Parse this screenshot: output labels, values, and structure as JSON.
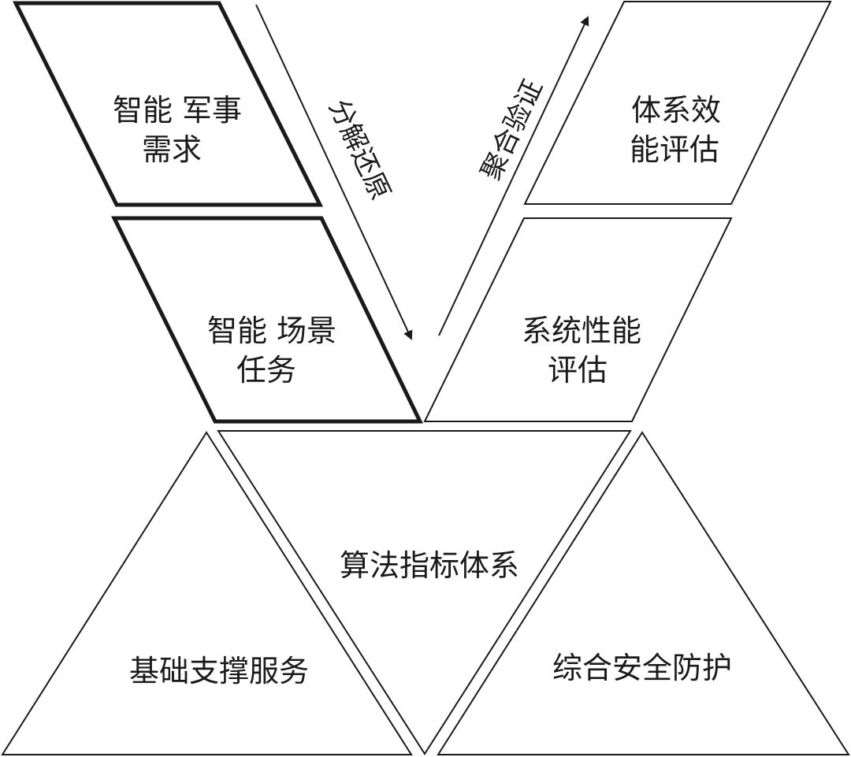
{
  "boxes": {
    "military_demand": {
      "line1": "智能 军事",
      "line2": "需求"
    },
    "scenario_task": {
      "line1": "智能 场景",
      "line2": "任务"
    },
    "system_effectiveness": {
      "line1": "体系效",
      "line2": "能评估"
    },
    "system_performance": {
      "line1": "系统性能",
      "line2": "评估"
    },
    "algorithm_index": {
      "label": "算法指标体系"
    },
    "basic_support": {
      "label": "基础支撑服务"
    },
    "security": {
      "label": "综合安全防护"
    }
  },
  "arrows": {
    "decompose": {
      "label": "分解还原"
    },
    "aggregate": {
      "label": "聚合验证"
    }
  },
  "colors": {
    "stroke": "#1a1a1a",
    "background": "#ffffff"
  }
}
